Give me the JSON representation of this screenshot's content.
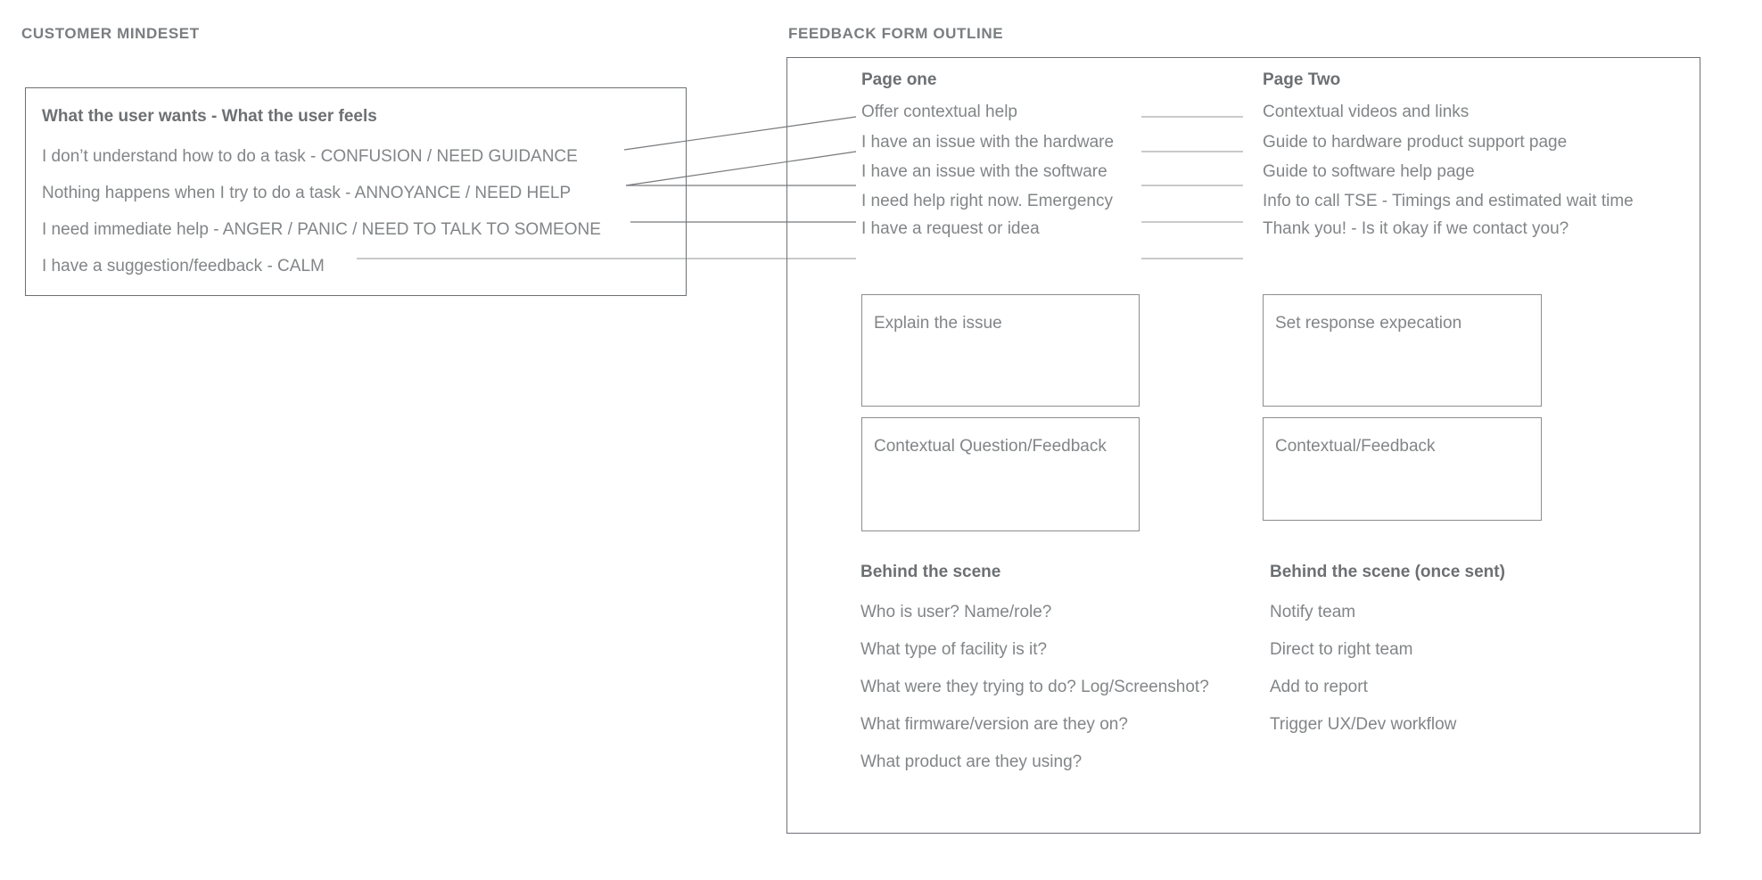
{
  "sections": {
    "mindset_title": "CUSTOMER MINDESET",
    "feedback_title": "FEEDBACK FORM OUTLINE"
  },
  "mindset": {
    "heading": "What the user wants - What the user feels",
    "rows": [
      "I don’t understand how to do a task - CONFUSION / NEED GUIDANCE",
      "Nothing happens when I try to do a task - ANNOYANCE / NEED HELP",
      "I need immediate help - ANGER / PANIC / NEED TO TALK TO SOMEONE",
      "I have a suggestion/feedback - CALM"
    ]
  },
  "page_one": {
    "heading": "Page one",
    "items": [
      "Offer contextual help",
      "I have an issue with the hardware",
      "I have an issue with the software",
      "I need help right now. Emergency",
      "I have a request or idea"
    ]
  },
  "page_two": {
    "heading": "Page Two",
    "items": [
      "Contextual videos and links",
      "Guide to hardware product support page",
      "Guide to software help page",
      "Info to call TSE - Timings and estimated wait time",
      "Thank you! - Is it okay if we contact you?"
    ]
  },
  "boxes": {
    "explain_issue": "Explain the issue",
    "contextual_question_feedback": "Contextual Question/Feedback",
    "set_response_expectation": "Set response expecation",
    "contextual_feedback": "Contextual/Feedback"
  },
  "behind_the_scene_left": {
    "heading": "Behind the scene",
    "items": [
      "Who is user? Name/role?",
      "What type of facility is it?",
      "What were they trying to do? Log/Screenshot?",
      "What firmware/version are they on?",
      "What product are they using?"
    ]
  },
  "behind_the_scene_right": {
    "heading": "Behind the scene (once sent)",
    "items": [
      "Notify team",
      "Direct to right team",
      "Add to report",
      "Trigger UX/Dev workflow"
    ]
  },
  "colors": {
    "text": "#828587",
    "heading": "#6d7073",
    "border": "#6d7073",
    "box_border": "#8a8d8f",
    "connector": "#77797c",
    "background": "#ffffff"
  }
}
